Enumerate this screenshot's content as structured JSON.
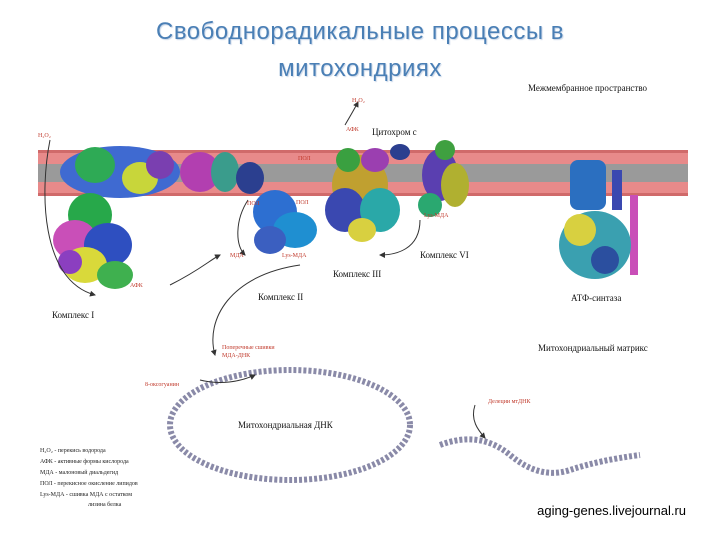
{
  "title": {
    "line1": "Свободнорадикальные процессы в",
    "line2": "митохондриях"
  },
  "labels": {
    "intermembrane": "Межмембранное пространство",
    "matrix": "Митохондриальный матрикс",
    "complex1": "Комплекс I",
    "complex2": "Комплекс II",
    "complex3": "Комплекс III",
    "complex4": "Комплекс VI",
    "atp_synthase": "АТФ-синтаза",
    "cytochrome_c": "Цитохром с",
    "mtdna": "Митохондриальная ДНК",
    "h2o2_top": "Н₂О₂",
    "afk_top": "АФК",
    "h2o2_left": "Н₂О₂",
    "pol1": "ПОЛ",
    "pol2": "ПОЛ",
    "pol3": "ПОЛ",
    "lys_mda1": "Lys-МДА",
    "lys_mda2": "Lys-МДА",
    "mda": "МДА",
    "afk_left": "АФК",
    "crosslinks1": "Поперечные сшивки",
    "crosslinks2": "МДА-ДНК",
    "oxoguanine": "8-оксогуанин",
    "deletion": "Делеции мтДНК"
  },
  "legend": [
    "Н₂О₂ - перекись водорода",
    "АФК - активные формы кислорода",
    "МДА - малоновый диальдегид",
    "ПОЛ - перекисное окисление липидов",
    "Lys-МДА - сшивка МДА с остатком",
    "лизина белка"
  ],
  "credit": "aging-genes.livejournal.ru",
  "colors": {
    "title": "#4a7fb5",
    "membrane": "#e88a8a",
    "membrane_core": "#9a9a9a",
    "red_label": "#c0392b"
  }
}
